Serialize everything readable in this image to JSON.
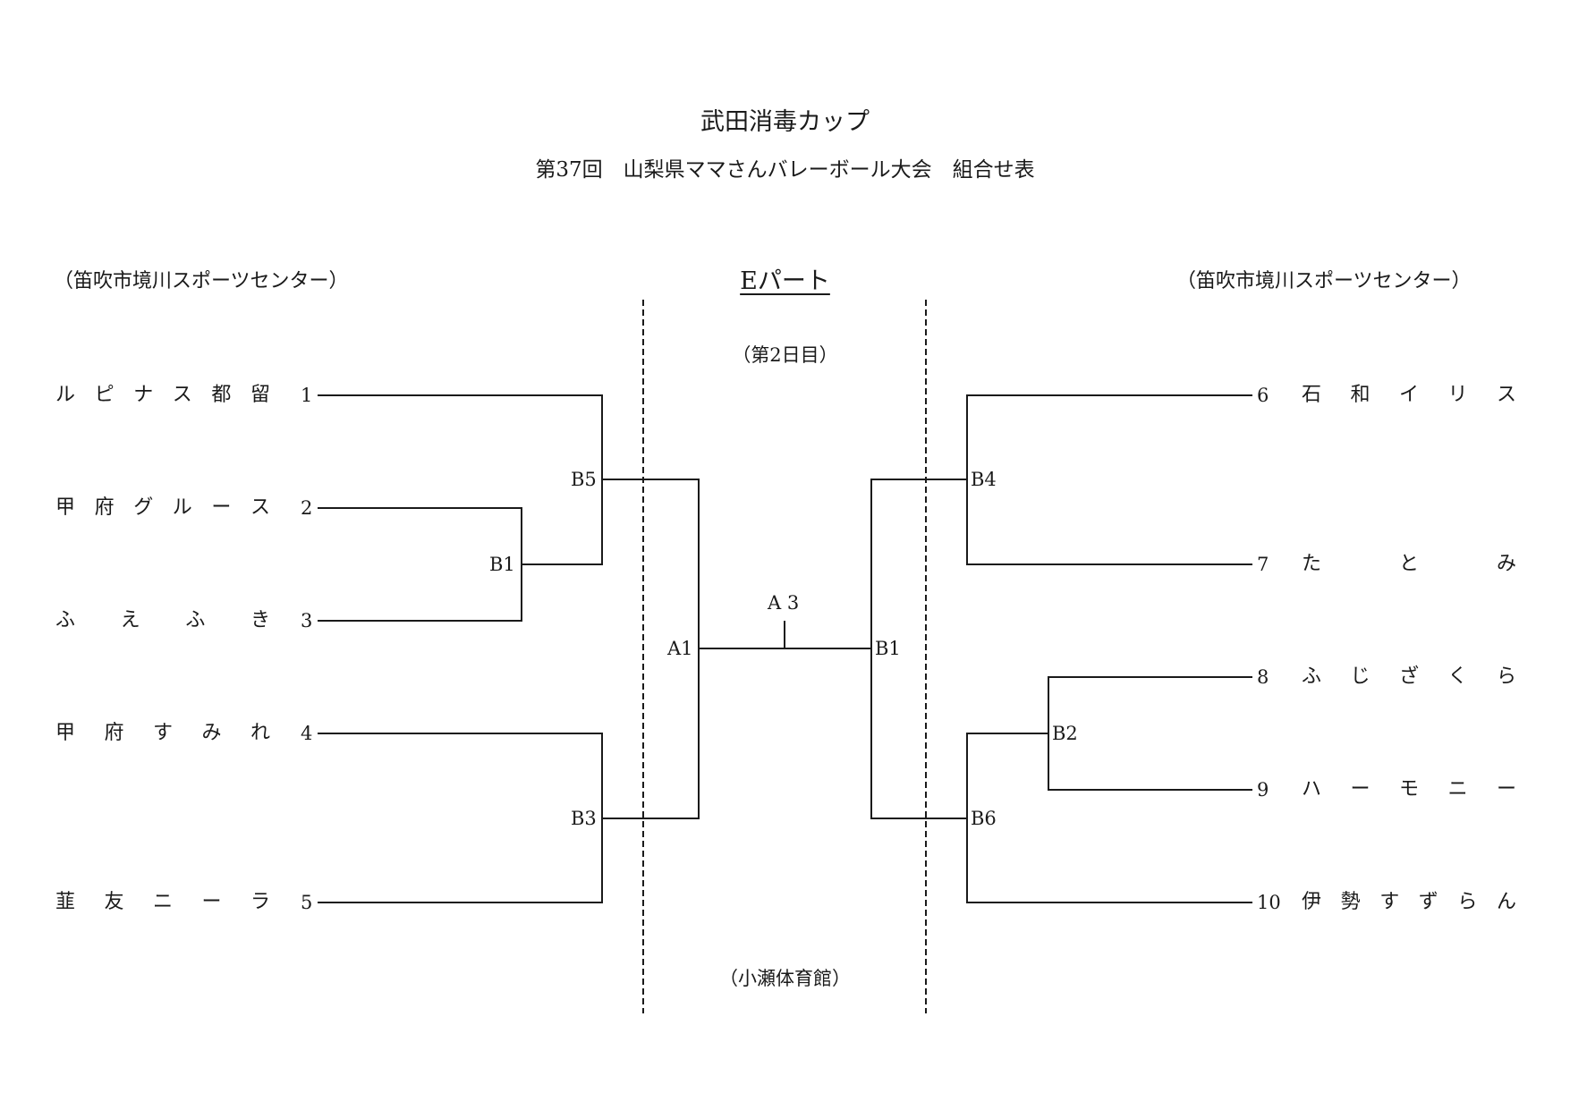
{
  "header": {
    "title": "武田消毒カップ",
    "subtitle": "第37回　山梨県ママさんバレーボール大会　組合せ表"
  },
  "part_label": "Eパート",
  "day_label": "（第2日目）",
  "center_venue": "（小瀬体育館）",
  "left": {
    "venue": "（笛吹市境川スポーツセンター）",
    "teams": [
      {
        "seed": "1",
        "name": [
          "ル",
          "ピ",
          "ナ",
          "ス",
          "都",
          "留"
        ]
      },
      {
        "seed": "2",
        "name": [
          "甲",
          "府",
          "グ",
          "ル",
          "ー",
          "ス"
        ]
      },
      {
        "seed": "3",
        "name": [
          "ふ",
          "え",
          "ふ",
          "き"
        ]
      },
      {
        "seed": "4",
        "name": [
          "甲",
          "府",
          "す",
          "み",
          "れ"
        ]
      },
      {
        "seed": "5",
        "name": [
          "韮",
          "友",
          "ニ",
          "ー",
          "ラ"
        ]
      }
    ],
    "matches": [
      "B1",
      "B5",
      "B3",
      "A1"
    ]
  },
  "right": {
    "venue": "（笛吹市境川スポーツセンター）",
    "teams": [
      {
        "seed": "6",
        "name": [
          "石",
          "和",
          "イ",
          "リ",
          "ス"
        ]
      },
      {
        "seed": "7",
        "name": [
          "た",
          "と",
          "み"
        ]
      },
      {
        "seed": "8",
        "name": [
          "ふ",
          "じ",
          "ざ",
          "く",
          "ら"
        ]
      },
      {
        "seed": "9",
        "name": [
          "ハ",
          "ー",
          "モ",
          "ニ",
          "ー"
        ]
      },
      {
        "seed": "10",
        "name": [
          "伊",
          "勢",
          "す",
          "ず",
          "ら",
          "ん"
        ]
      }
    ],
    "matches": [
      "B4",
      "B2",
      "B6",
      "B1"
    ]
  },
  "final_match": "A 3",
  "line_color": "#1a1a1a"
}
